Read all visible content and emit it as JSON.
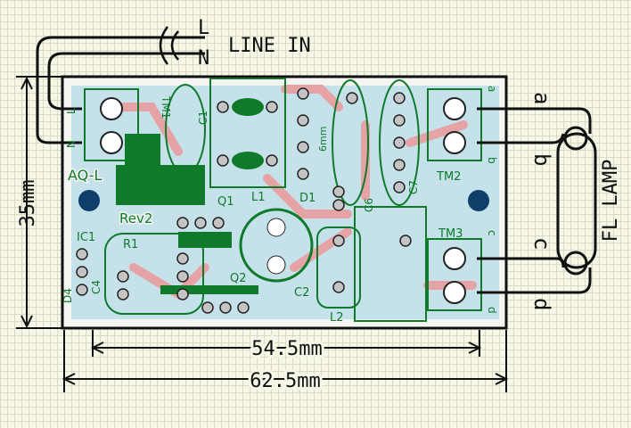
{
  "line_in": {
    "l": "L",
    "n": "N",
    "title": "LINE IN"
  },
  "lamp": {
    "title": "FL LAMP",
    "a": "a",
    "b": "b",
    "c": "c",
    "d": "d"
  },
  "dims": {
    "height": "35mm",
    "inner_width": "54.5mm",
    "outer_width": "62.5mm",
    "gap": "6mm"
  },
  "board": {
    "name": "AQ-L",
    "rev": "Rev2"
  },
  "parts": {
    "tm1": "TM1",
    "tm2": "TM2",
    "tm3": "TM3",
    "c1": "C1",
    "c2": "C2",
    "c4": "C4",
    "c6": "C6",
    "c7": "C7",
    "l1": "L1",
    "l2": "L2",
    "q1": "Q1",
    "q2": "Q2",
    "d1": "D1",
    "d4": "D4",
    "r1": "R1",
    "ic1": "IC1",
    "tm_a": "a",
    "tm_b": "b",
    "tm_c": "c",
    "tm_d": "d",
    "tm1_l": "L",
    "tm1_n": "N"
  },
  "colors": {
    "board_blue": "#9fd4e8",
    "copper_green": "#0e7a2a",
    "trace_pink": "#e6a3a6",
    "outline": "#111111"
  }
}
